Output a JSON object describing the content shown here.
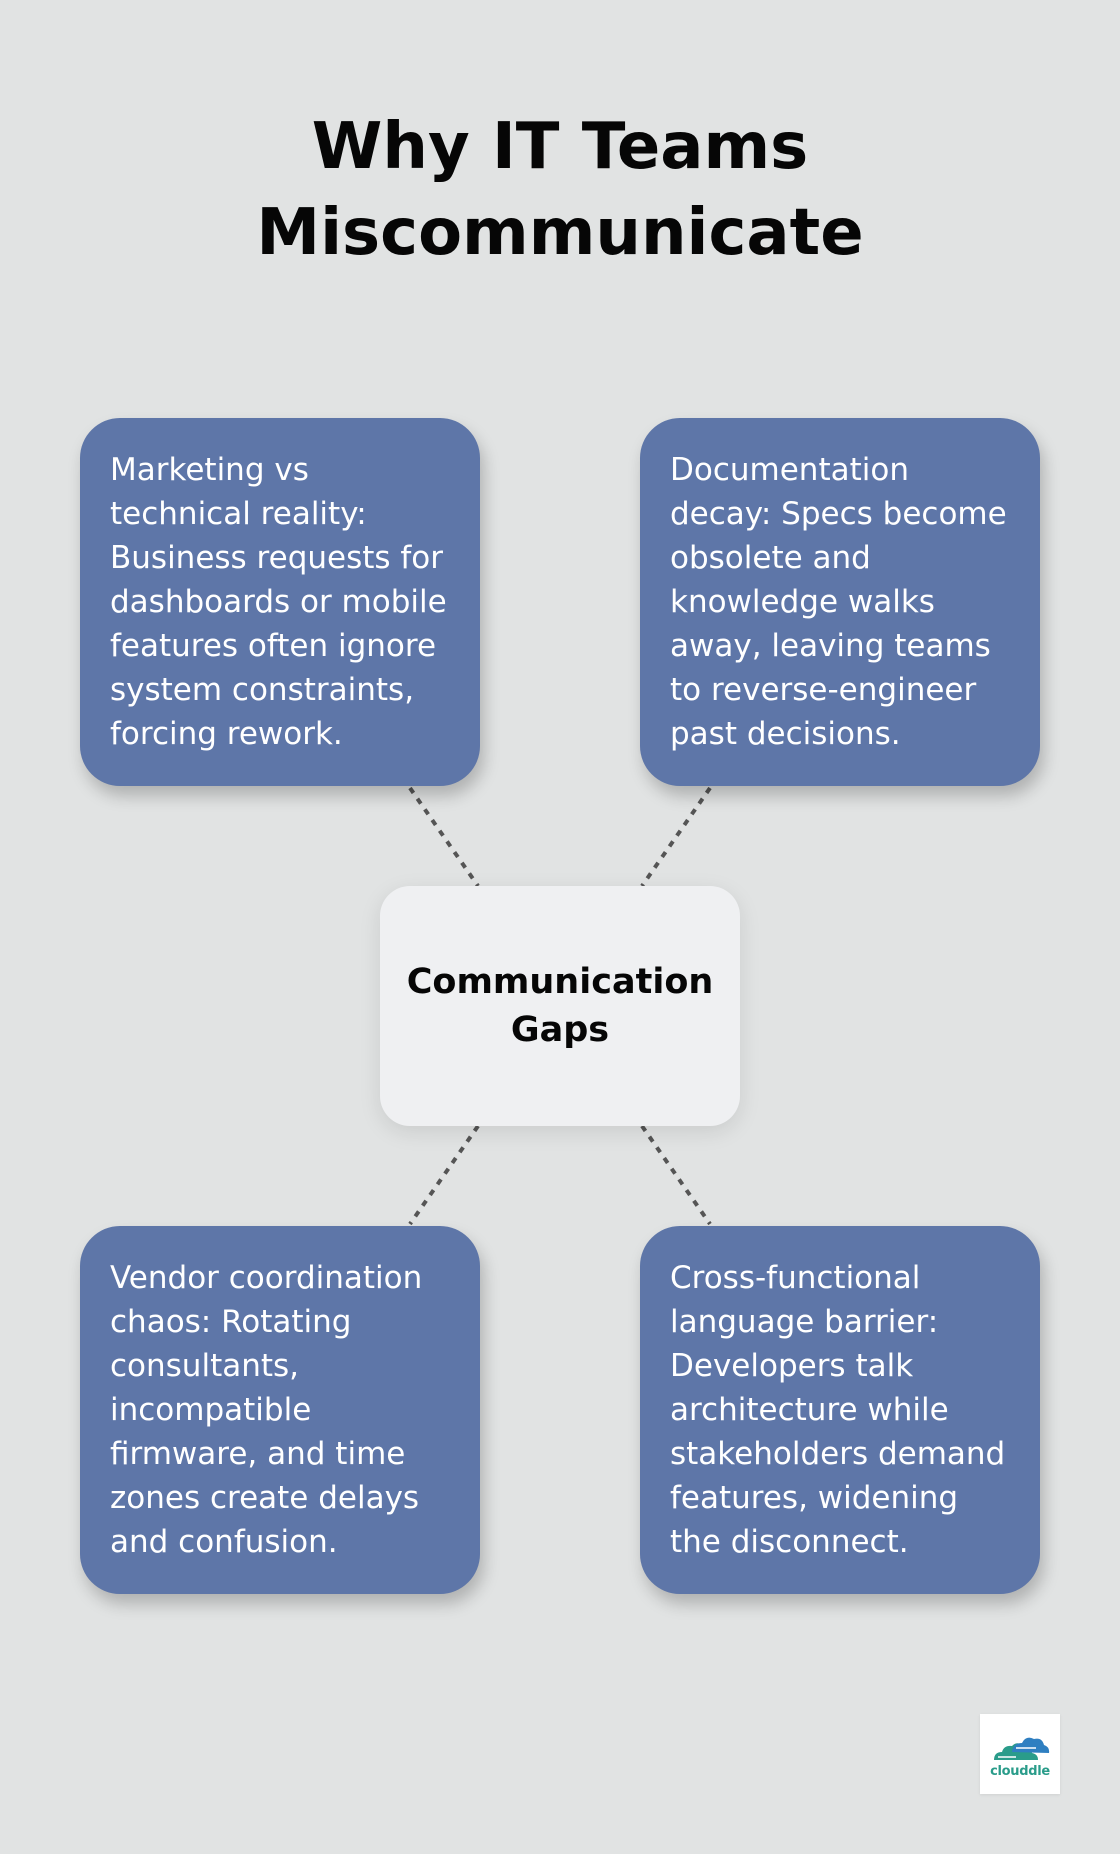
{
  "title": {
    "line1": "Why IT Teams",
    "line2": "Miscommunicate"
  },
  "center": {
    "line1": "Communication",
    "line2": "Gaps"
  },
  "cards": {
    "top_left": "Marketing vs technical reality: Business requests for dashboards or mobile features often ignore system constraints, forcing rework.",
    "top_right": "Documentation decay: Specs become obsolete and knowledge walks away, leaving teams to reverse-engineer past decisions.",
    "bottom_left": "Vendor coordination chaos: Rotating consultants, incompatible firmware, and time zones create delays and confusion.",
    "bottom_right": "Cross-functional language barrier: Developers talk architecture while stakeholders demand features, widening the disconnect."
  },
  "logo": {
    "text": "clouddle"
  },
  "colors": {
    "background": "#e1e3e3",
    "card": "#5e76a8",
    "center": "#eff0f2",
    "connector": "#555555",
    "logo_green": "#2a9c8a",
    "logo_blue": "#2f7fc1"
  }
}
